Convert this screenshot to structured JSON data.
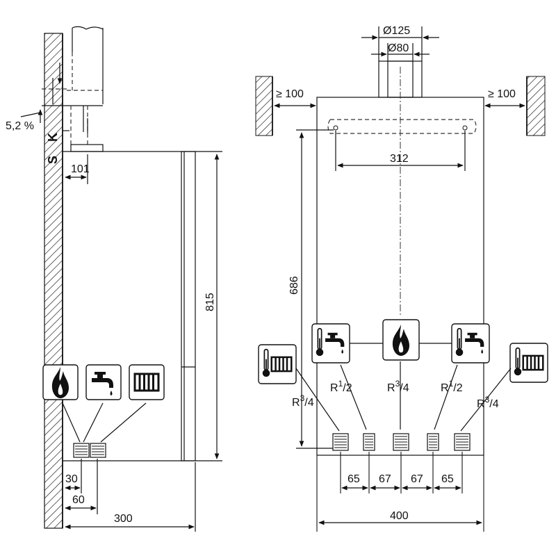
{
  "side_view": {
    "slope_label": "5,2 %",
    "k_label": "K",
    "s_label": "S",
    "dim_101": "101",
    "dim_815": "815",
    "dim_30": "30",
    "dim_60": "60",
    "dim_300": "300"
  },
  "front_view": {
    "dim_flue_outer": "Ø125",
    "dim_flue_inner": "Ø80",
    "clearance_left": "≥ 100",
    "clearance_right": "≥ 100",
    "dim_312": "312",
    "dim_686": "686",
    "dim_400": "400",
    "spacing": [
      "65",
      "67",
      "67",
      "65"
    ],
    "pipes": [
      {
        "base": "R",
        "sup": "3",
        "den": "/4"
      },
      {
        "base": "R",
        "sup": "1",
        "den": "/2"
      },
      {
        "base": "R",
        "sup": "3",
        "den": "/4"
      },
      {
        "base": "R",
        "sup": "1",
        "den": "/2"
      },
      {
        "base": "R",
        "sup": "3",
        "den": "/4"
      }
    ]
  },
  "icons": {
    "side": [
      "flame-icon",
      "tap-icon",
      "radiator-icon"
    ],
    "front": [
      "radiator-thermometer-icon",
      "tap-thermometer-icon",
      "flame-icon",
      "tap-thermometer-icon",
      "radiator-thermometer-icon"
    ]
  }
}
